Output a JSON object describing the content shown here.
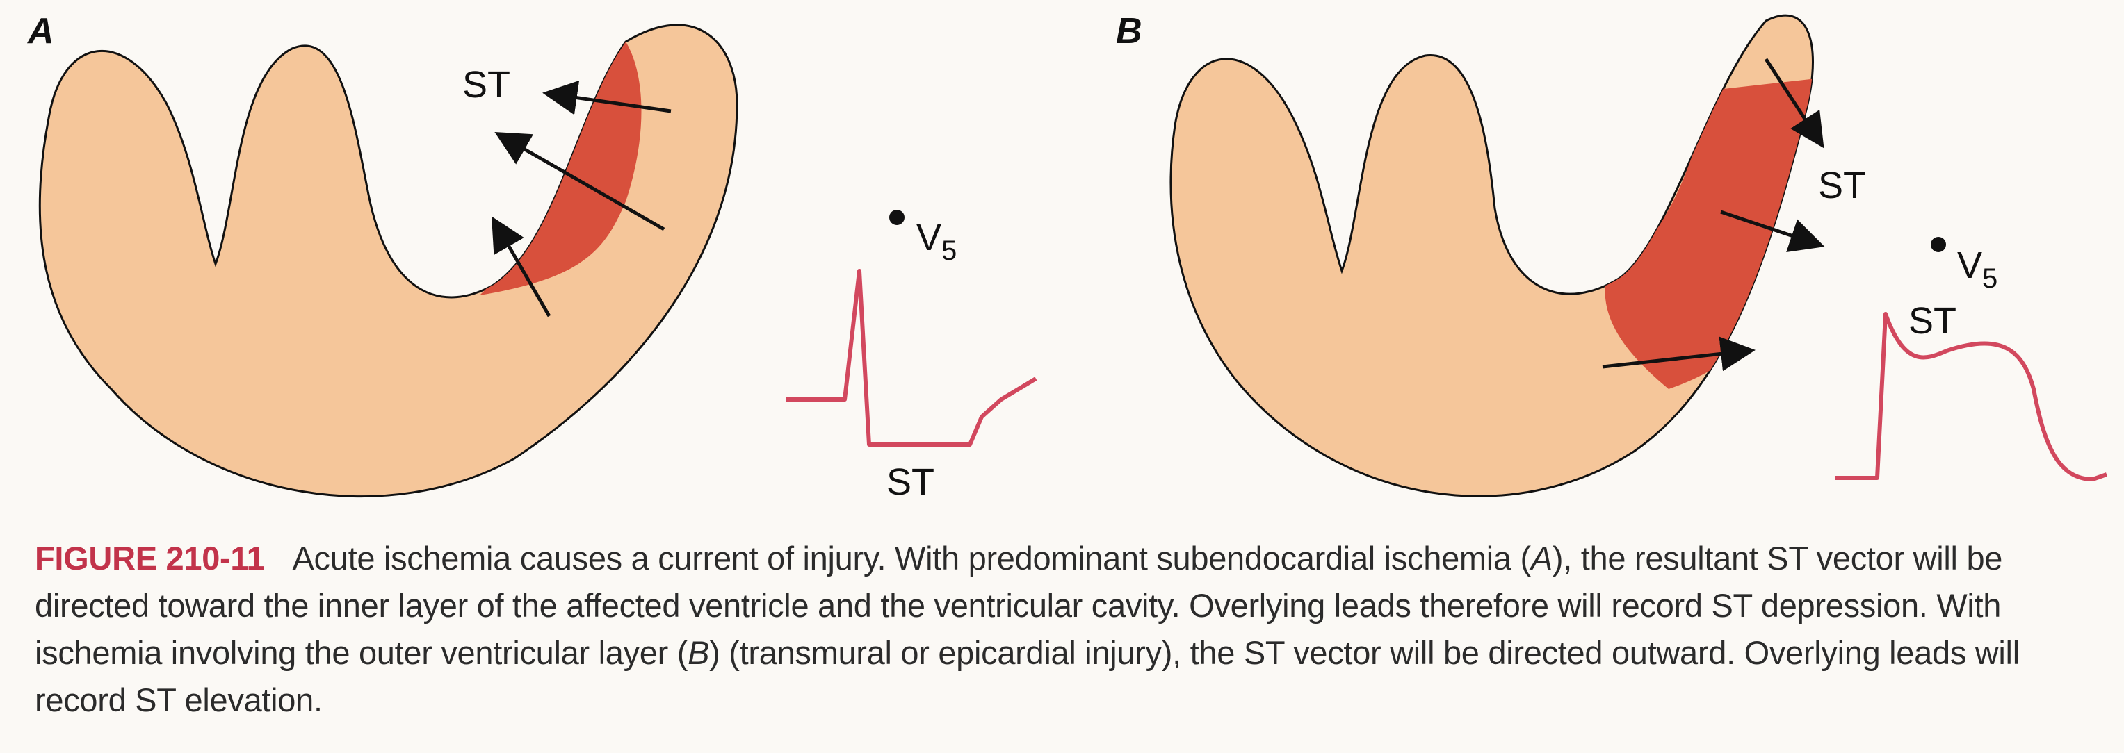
{
  "panels": {
    "a": {
      "letter": "A",
      "st_arrow_label": "ST",
      "lead_label": "V5",
      "ecg_label": "ST"
    },
    "b": {
      "letter": "B",
      "st_arrow_label": "ST",
      "lead_label": "V5",
      "ecg_label": "ST"
    }
  },
  "colors": {
    "myocardium": "#f5c69a",
    "injury": "#d8503c",
    "ecg_trace": "#d2485e",
    "caption_label": "#c2334a"
  },
  "caption": {
    "figure_label": "FIGURE 210-11",
    "seg1": "Acute ischemia causes a current of injury. With predominant subendocardial ischemia (",
    "ref_a": "A",
    "seg2": "), the resultant ST vector will be directed toward the inner layer of the affected ventricle and the ventricular cavity. Overlying leads therefore will record ST depression. With ischemia involving the outer ventricular layer (",
    "ref_b": "B",
    "seg3": ") (transmural or epicardial injury), the ST vector will be directed outward. Overlying leads will record ST elevation."
  }
}
